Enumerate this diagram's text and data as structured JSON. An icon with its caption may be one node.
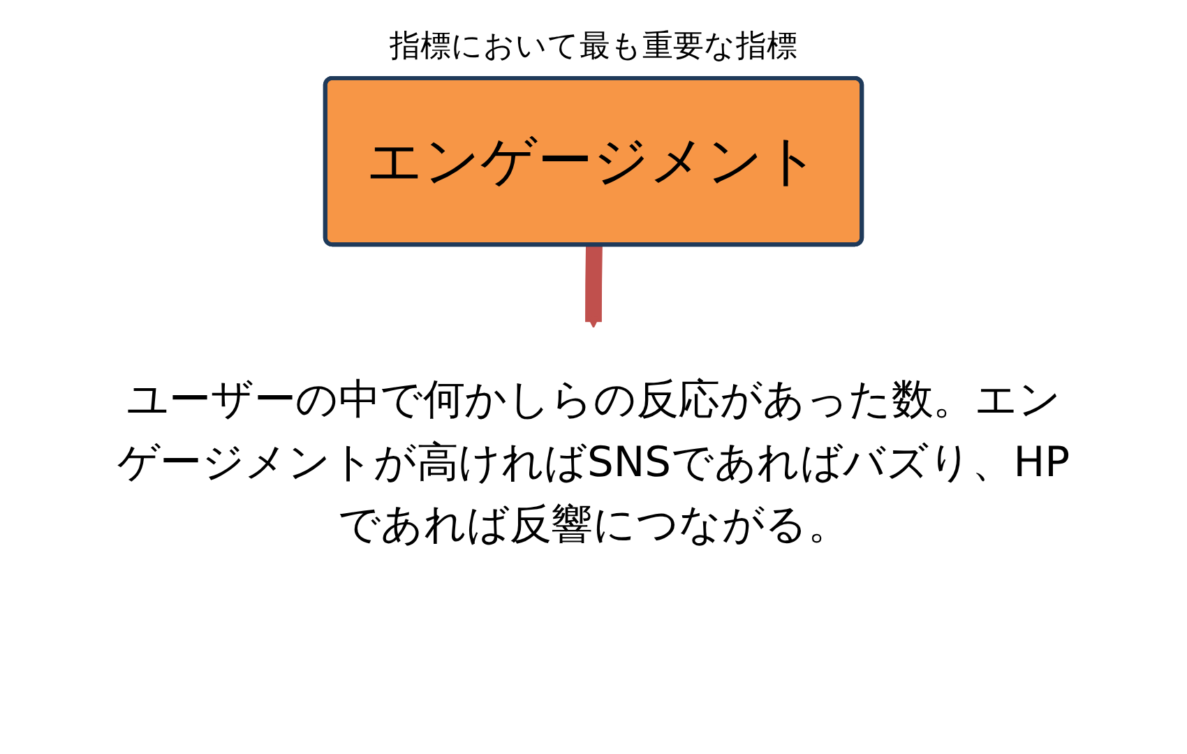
{
  "diagram": {
    "title": "指標において最も重要な指標",
    "nodes": [
      {
        "text": [
          "エンゲージメント"
        ]
      },
      {
        "text": [
          "ユーザーの中で何かしらの反応があった数。エンゲージメントが高ければSNSであればバズり、HPであれば反響につながる。"
        ]
      }
    ],
    "edges": [
      {
        "from": 0,
        "to": 1,
        "arrow": "to",
        "color": "#c0504d"
      }
    ]
  }
}
